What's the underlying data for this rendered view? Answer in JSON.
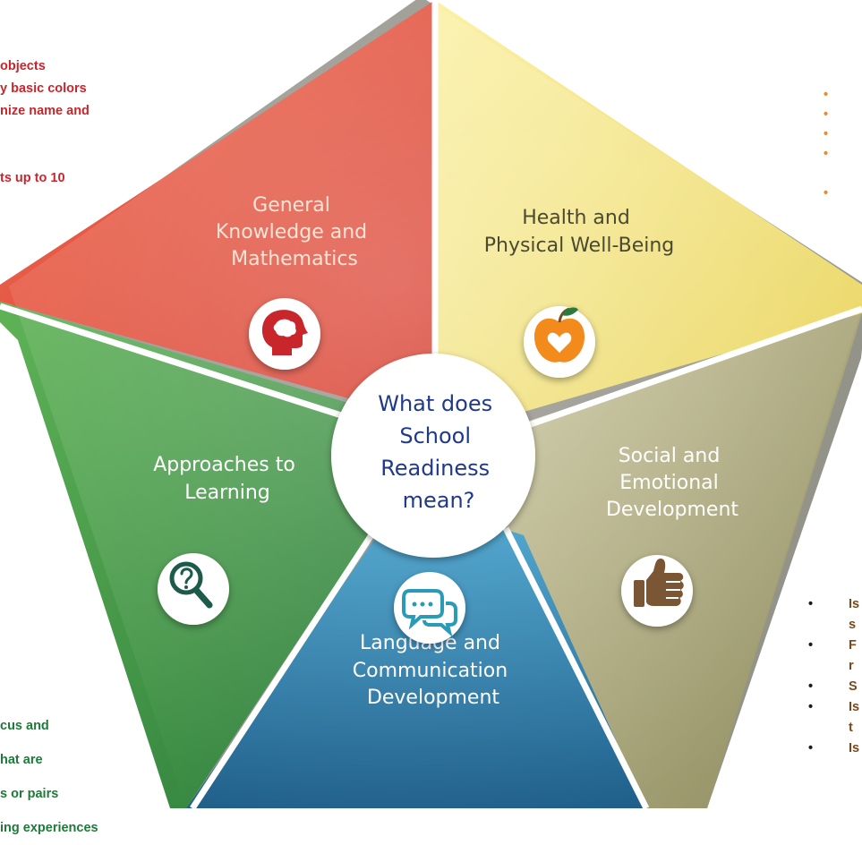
{
  "center": {
    "lines": [
      "What does",
      "School",
      "Readiness",
      "mean?"
    ]
  },
  "segments": {
    "general_knowledge": {
      "lines": [
        "General",
        "Knowledge and",
        "Mathematics"
      ],
      "icon": "head-brain-icon",
      "color": "#e8523e"
    },
    "health": {
      "lines": [
        "Health and",
        "Physical Well-Being"
      ],
      "icon": "apple-heart-icon",
      "color": "#f3e27a"
    },
    "social": {
      "lines": [
        "Social and",
        "Emotional",
        "Development"
      ],
      "icon": "thumbs-up-icon",
      "color": "#a6a27a"
    },
    "language": {
      "lines": [
        "Language and",
        "Communication",
        "Development"
      ],
      "icon": "chat-bubbles-icon",
      "color": "#2f86b4"
    },
    "approaches": {
      "lines": [
        "Approaches to",
        "Learning"
      ],
      "icon": "magnifying-glass-question-icon",
      "color": "#3f9c4c"
    }
  },
  "side_text": {
    "red": [
      "objects",
      "y basic colors",
      "nize name and",
      "",
      "",
      "ts up to 10"
    ],
    "green": [
      "cus and",
      "hat are",
      "s or pairs",
      "ing experiences"
    ],
    "brown": [
      "Is",
      "s",
      "F",
      "r",
      "S",
      "Is",
      "t",
      "Is"
    ],
    "orange": [
      "•",
      "•",
      "•",
      "•",
      "",
      "•"
    ]
  }
}
